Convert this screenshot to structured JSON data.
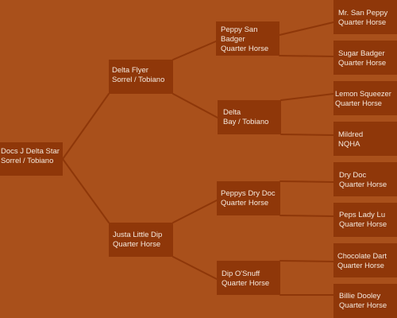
{
  "pedigree": {
    "subject": {
      "name": "Docs J Delta Star",
      "description": "Sorrel / Tobiano"
    },
    "sire": {
      "name": "Delta Flyer",
      "description": "Sorrel / Tobiano",
      "sire": {
        "name_line1": "Peppy San",
        "name_line2": "Badger",
        "description": "Quarter Horse",
        "sire": {
          "name": "Mr. San Peppy",
          "description": "Quarter Horse"
        },
        "dam": {
          "name": "Sugar Badger",
          "description": "Quarter Horse"
        }
      },
      "dam": {
        "name": "Delta",
        "description": "Bay / Tobiano",
        "sire": {
          "name": "Lemon Squeezer",
          "description": "Quarter Horse"
        },
        "dam": {
          "name": "Mildred",
          "description": "NQHA"
        }
      }
    },
    "dam": {
      "name": "Justa Little Dip",
      "description": "Quarter Horse",
      "sire": {
        "name": "Peppys Dry Doc",
        "description": "Quarter Horse",
        "sire": {
          "name": "Dry Doc",
          "description": "Quarter Horse"
        },
        "dam": {
          "name": "Peps Lady Lu",
          "description": "Quarter Horse"
        }
      },
      "dam": {
        "name": "Dip O'Snuff",
        "description": "Quarter Horse",
        "sire": {
          "name": "Chocolate Dart",
          "description": "Quarter Horse"
        },
        "dam": {
          "name": "Billie Dooley",
          "description": "Quarter Horse"
        }
      }
    }
  },
  "colors": {
    "background": "#a9501b",
    "node_fill": "#8f3709",
    "connector": "#8e3709",
    "text": "#f5eadf"
  }
}
